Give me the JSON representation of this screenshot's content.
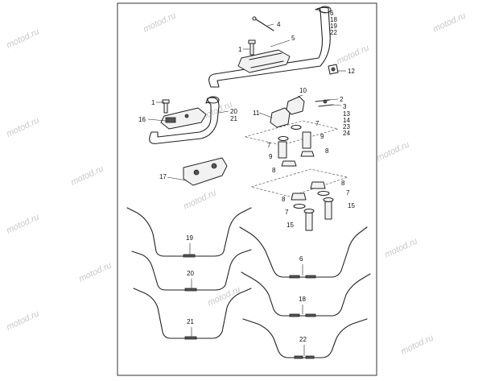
{
  "watermark": "motod.ru",
  "callouts": {
    "c1a": "1",
    "c1b": "1",
    "c2": "2",
    "c3": "3",
    "c4": "4",
    "c5": "5",
    "c6stack": [
      "6",
      "18",
      "19",
      "22"
    ],
    "c7a": "7",
    "c7b": "7",
    "c7c": "7",
    "c7d": "7",
    "c8a": "8",
    "c8b": "8",
    "c8c": "8",
    "c8d": "8",
    "c9a": "9",
    "c9b": "9",
    "c10": "10",
    "c11": "11",
    "c12": "12",
    "c13stack": [
      "13",
      "14",
      "23",
      "24"
    ],
    "c15a": "15",
    "c15b": "15",
    "c16": "16",
    "c17": "17",
    "c20stack": [
      "20",
      "21"
    ]
  },
  "bar_labels": {
    "b19": "19",
    "b20": "20",
    "b21": "21",
    "b6": "6",
    "b18": "18",
    "b22": "22"
  }
}
